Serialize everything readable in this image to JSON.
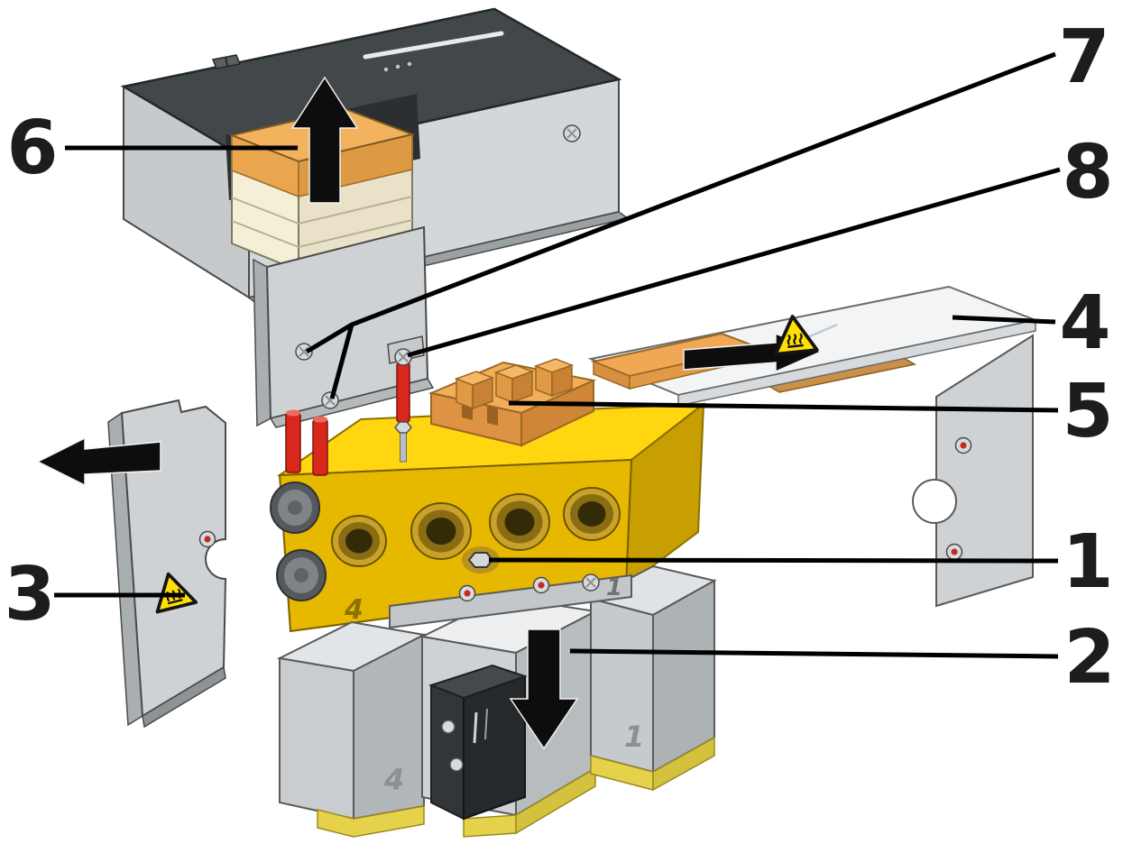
{
  "diagram": {
    "type": "exploded-assembly-technical-illustration",
    "callouts": {
      "c1": "1",
      "c2": "2",
      "c3": "3",
      "c4": "4",
      "c5": "5",
      "c6": "6",
      "c7": "7",
      "c8": "8"
    },
    "part_markings": {
      "manifold_zone_left": "4",
      "manifold_zone_right": "1",
      "module_zone_left": "4",
      "module_zone_right": "1"
    },
    "icons": {
      "hot_surface_left_cover": "hot-surface-warning",
      "hot_surface_top_cover": "hot-surface-warning",
      "direction_up": "up-arrow",
      "direction_right": "right-arrow",
      "direction_left": "left-arrow",
      "direction_down": "down-arrow"
    },
    "colors": {
      "background": "#ffffff",
      "leader_line": "#000000",
      "callout_text": "#1d1d1d",
      "manifold_yellow": "#ffd60f",
      "insulator_orange": "#f0a855",
      "warning_yellow": "#ffe000",
      "dowel_red": "#d8281c",
      "housing_gray": "#ced2d5",
      "housing_dark_top": "#42474a",
      "arrow_black": "#0d0d0d",
      "module_strip_yellow": "#e6d24a"
    }
  }
}
